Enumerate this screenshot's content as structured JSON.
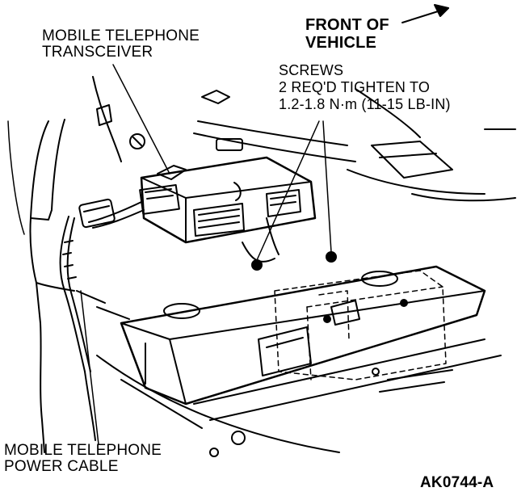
{
  "labels": {
    "transceiver": [
      "MOBILE TELEPHONE",
      "TRANSCEIVER"
    ],
    "front": [
      "FRONT OF",
      "VEHICLE"
    ],
    "screws": [
      "SCREWS",
      "2 REQ'D TIGHTEN TO",
      "1.2-1.8 N·m (11-15 LB-IN)"
    ],
    "power_cable": [
      "MOBILE TELEPHONE",
      "POWER CABLE"
    ],
    "figure_code": "AK0744-A"
  },
  "colors": {
    "ink": "#000000",
    "paper": "#ffffff"
  },
  "icons": {
    "direction": "arrow-icon"
  }
}
